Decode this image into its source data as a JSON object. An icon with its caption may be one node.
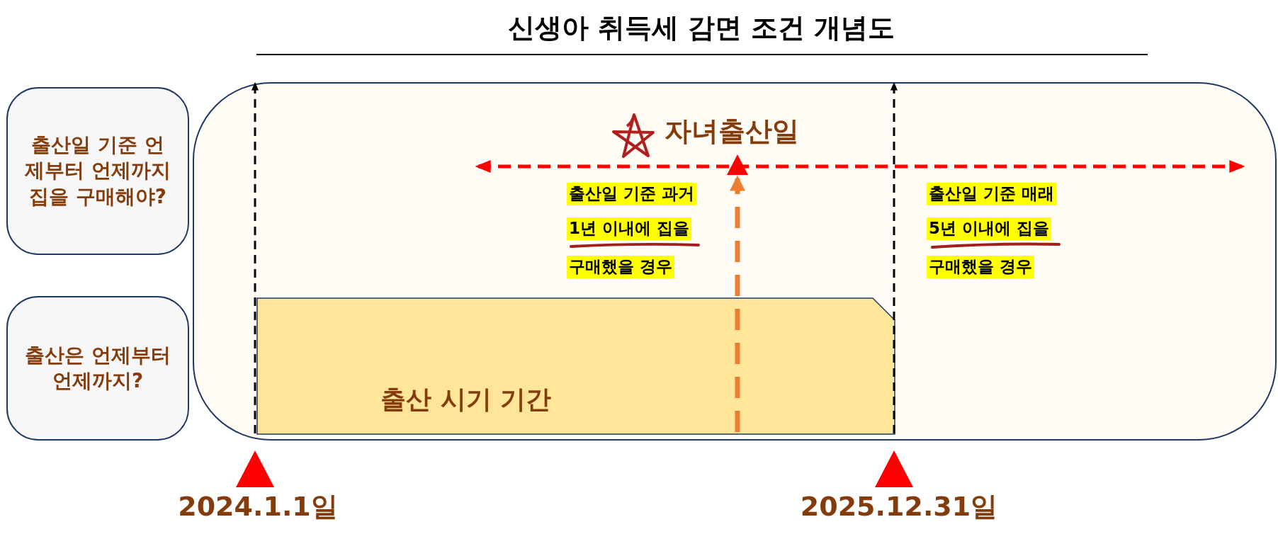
{
  "diagram": {
    "title": "신생아 취득세 감면 조건 개념도",
    "nodes": [
      {
        "text": [
          "출산일 기준 언제부터 언제까지 집을 구매해야?"
        ]
      },
      {
        "text": [
          "출산은 언제부터 언제까지?"
        ]
      },
      {
        "text": [],
        "shape": "box"
      },
      {
        "text": [
          "출산 시기 기간"
        ],
        "in": 2
      }
    ],
    "edges": [
      {
        "from": 3,
        "to": 2,
        "arrow": "to",
        "style": "dashed"
      },
      {
        "from": 3,
        "to": 2,
        "arrow": "to",
        "style": "dashed"
      }
    ],
    "labels": [
      "자녀출산일",
      "출산일 기준 과거",
      "1년 이내에 집을",
      "구매했을 경우",
      "출산일 기준 매래",
      "5년 이내에 집을",
      "구매했을 경우",
      "2024.1.1일",
      "2025.12.31일"
    ]
  }
}
